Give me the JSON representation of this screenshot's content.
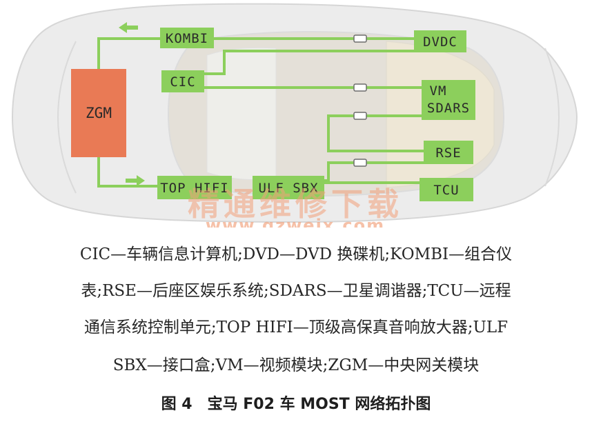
{
  "diagram": {
    "gateway": "ZGM",
    "modules": {
      "kombi": "KOMBI",
      "cic": "CIC",
      "dvdc": "DVDC",
      "vm": "VM",
      "sdars": "SDARS",
      "rse": "RSE",
      "top_hifi": "TOP HIFI",
      "ulf_sbx": "ULF SBX",
      "tcu": "TCU"
    },
    "watermark": {
      "text": "精通维修下载",
      "url": "www.gzweix.com"
    },
    "colors": {
      "ring": "#8ccf5c",
      "module_fill": "#8ccf5c",
      "gateway_fill": "#e97a55",
      "car_body": "#e8e8e8"
    }
  },
  "legend": {
    "line1": "CIC—车辆信息计算机;DVD—DVD 换碟机;KOMBI—组合仪",
    "line2": "表;RSE—后座区娱乐系统;SDARS—卫星调谐器;TCU—远程",
    "line3": "通信系统控制单元;TOP HIFI—顶级高保真音响放大器;ULF",
    "line4": "SBX—接口盒;VM—视频模块;ZGM—中央网关模块"
  },
  "caption": "图 4　宝马 F02 车 MOST 网络拓扑图"
}
